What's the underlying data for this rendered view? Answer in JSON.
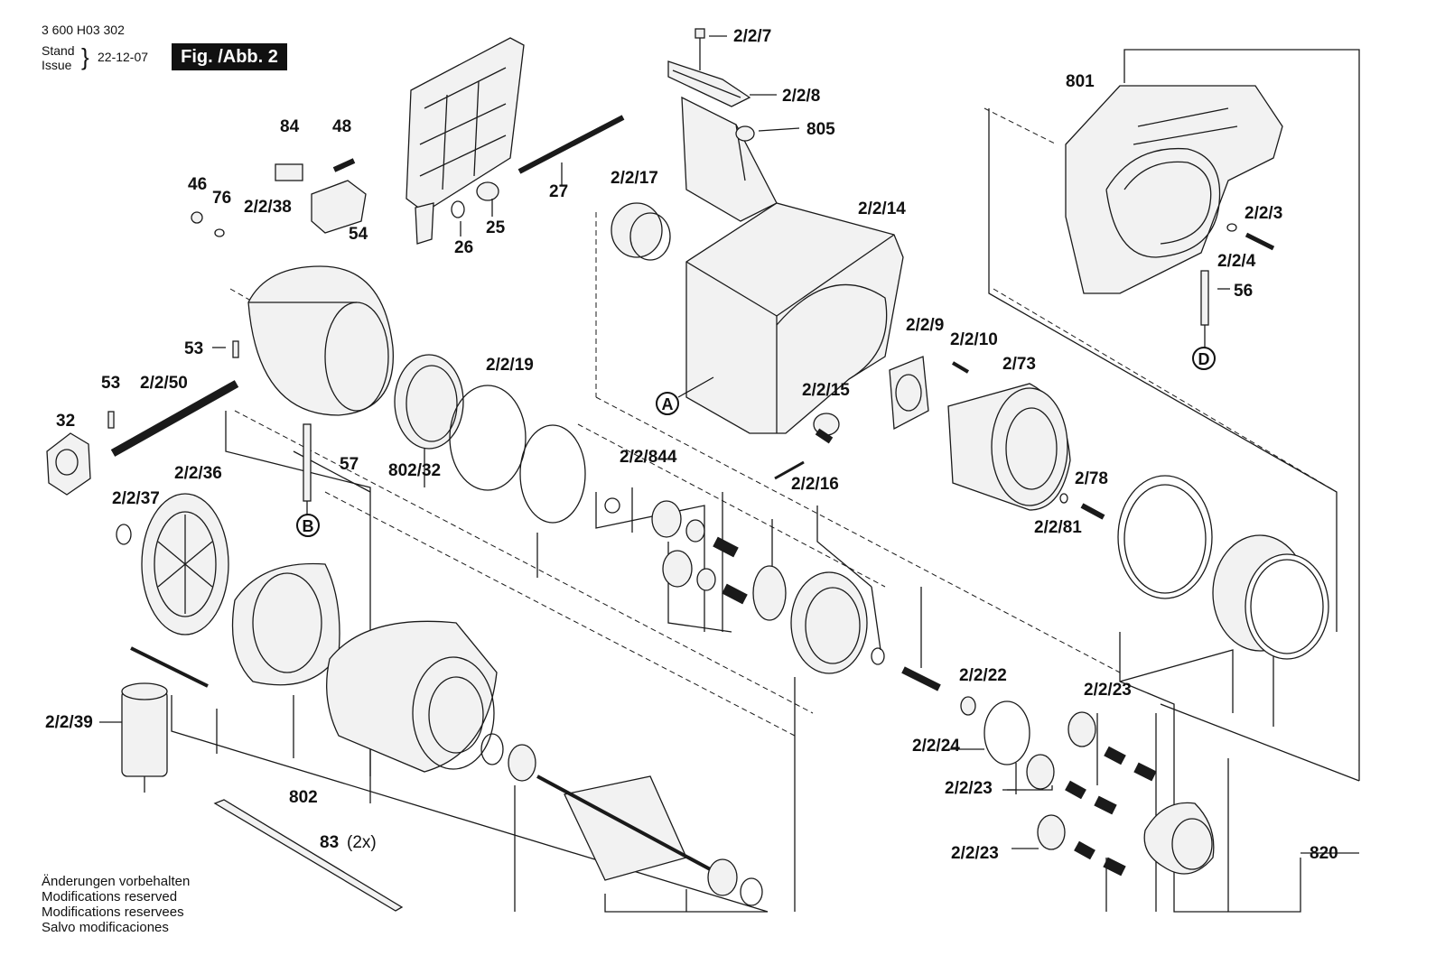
{
  "header": {
    "doc_number": "3 600 H03 302",
    "stand_label": "Stand",
    "issue_label": "Issue",
    "date": "22-12-07",
    "figure_tag": "Fig. /Abb. 2"
  },
  "footer_notes": [
    "Änderungen vorbehalten",
    "Modifications reserved",
    "Modifications reservees",
    "Salvo modificaciones"
  ],
  "colors": {
    "line": "#1a1a1a",
    "part_fill": "#f2f2f2",
    "background": "#ffffff"
  },
  "labels": {
    "p227": "2/2/7",
    "p228": "2/2/8",
    "p805": "805",
    "p801": "801",
    "p84": "84",
    "p48": "48",
    "p46": "46",
    "p76": "76",
    "p2238": "2/2/38",
    "p54": "54",
    "p27": "27",
    "p25": "25",
    "p26": "26",
    "p2217": "2/2/17",
    "p2214": "2/2/14",
    "p223": "2/2/3",
    "p224": "2/2/4",
    "p56": "56",
    "pD": "D",
    "p53a": "53",
    "p53b": "53",
    "p2250": "2/2/50",
    "p32": "32",
    "p2219": "2/2/19",
    "p229": "2/2/9",
    "p2210": "2/2/10",
    "p273": "2/73",
    "pA": "A",
    "p2215": "2/2/15",
    "p80232": "802/32",
    "p57": "57",
    "pB": "B",
    "p2236": "2/2/36",
    "p2237": "2/2/37",
    "p22844": "2/2/844",
    "p2216": "2/2/16",
    "p278": "2/78",
    "p2281": "2/2/81",
    "p2222": "2/2/22",
    "p2223a": "2/2/23",
    "p2224": "2/2/24",
    "p2223b": "2/2/23",
    "p2223c": "2/2/23",
    "p2239": "2/2/39",
    "p802": "802",
    "p83": "83",
    "p83qty": "(2x)",
    "p820": "820"
  }
}
